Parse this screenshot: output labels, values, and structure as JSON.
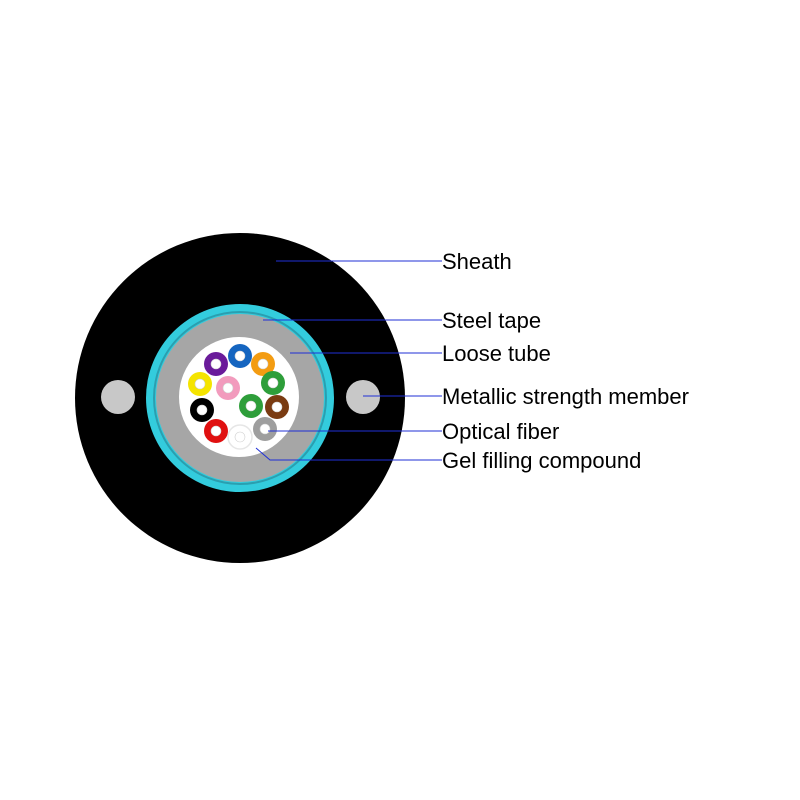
{
  "labels": {
    "sheath": "Sheath",
    "steel_tape": "Steel tape",
    "loose_tube": "Loose tube",
    "strength_member": "Metallic strength member",
    "optical_fiber": "Optical fiber",
    "gel": "Gel filling compound"
  },
  "colors": {
    "sheath": "#000000",
    "steel_tape": "#33ccdd",
    "steel_tape_band": "#2a9fb0",
    "loose_tube": "#a6a6a6",
    "gel": "#ffffff",
    "strength_member": "#c8c8c8",
    "leader_line": "#1f2fd6"
  },
  "fibers": [
    {
      "name": "violet",
      "color": "#6a1b9a"
    },
    {
      "name": "blue",
      "color": "#1565c0"
    },
    {
      "name": "orange",
      "color": "#f39c12"
    },
    {
      "name": "yellow",
      "color": "#f5e400"
    },
    {
      "name": "rose",
      "color": "#f29bbd"
    },
    {
      "name": "green",
      "color": "#2e9e3a"
    },
    {
      "name": "black",
      "color": "#000000"
    },
    {
      "name": "green",
      "color": "#2e9e3a"
    },
    {
      "name": "brown",
      "color": "#7a3b12"
    },
    {
      "name": "red",
      "color": "#e01010"
    },
    {
      "name": "white",
      "color": "#ffffff"
    },
    {
      "name": "gray",
      "color": "#9e9e9e"
    }
  ]
}
